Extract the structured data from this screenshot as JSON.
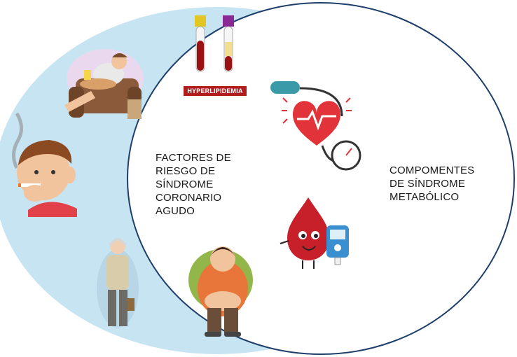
{
  "left_circle": {
    "title_lines": [
      "FACTORES DE",
      "RIESGO DE",
      "SÍNDROME",
      "CORONARIO",
      "AGUDO"
    ],
    "fill": "#c7e4f3",
    "illustrations": [
      "couch-potato-icon",
      "smoking-man-icon",
      "elderly-man-icon",
      "obese-man-icon"
    ]
  },
  "right_circle": {
    "title_lines": [
      "COMPOMENTES",
      "DE SÍNDROME",
      "METABÓLICO"
    ],
    "fill": "#ffffff",
    "outline": "#1f3f6b",
    "illustrations": [
      "blood-tubes-icon",
      "heart-pressure-gauge-icon",
      "blood-drop-glucometer-icon"
    ]
  },
  "badge": {
    "text": "HYPERLIPIDEMIA",
    "color": "#b01d1d"
  }
}
